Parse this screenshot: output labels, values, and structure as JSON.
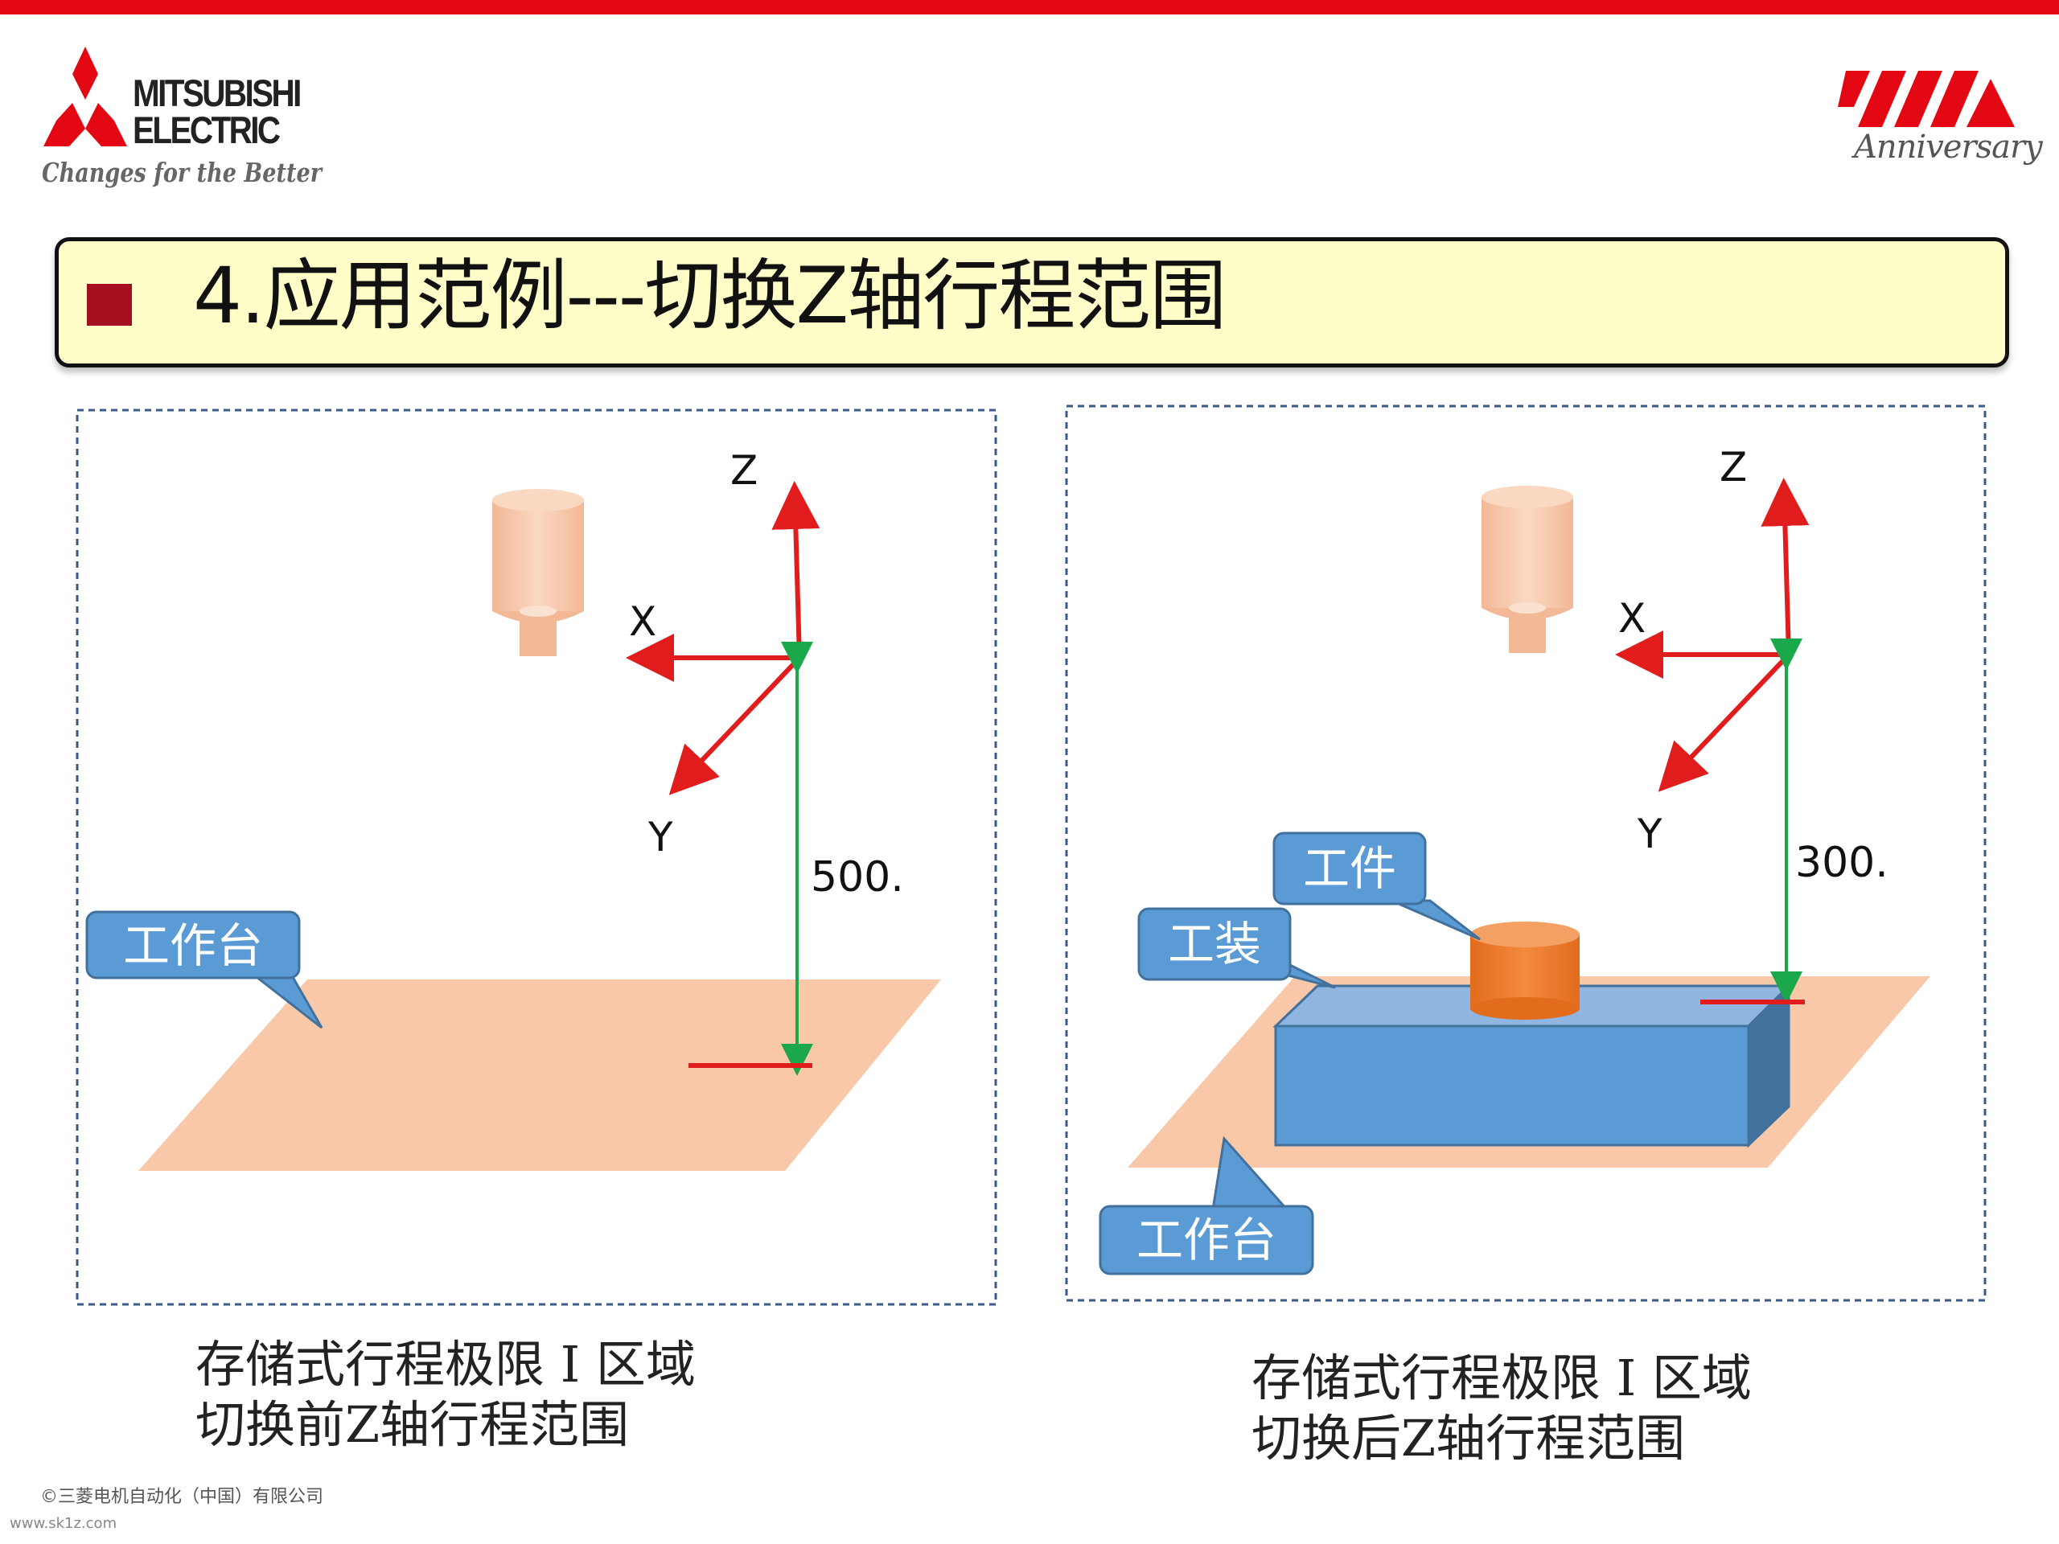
{
  "header": {
    "brand_line1": "MITSUBISHI",
    "brand_line2": "ELECTRIC",
    "tagline": "Changes for the Better",
    "anniversary": "Anniversary"
  },
  "title": {
    "text": "4.应用范例---切换Z轴行程范围"
  },
  "left_panel": {
    "axis_z": "Z",
    "axis_x": "X",
    "axis_y": "Y",
    "distance": "500.",
    "callout_table": "工作台",
    "caption_line1": "存储式行程极限 I 区域",
    "caption_line2": "切换前Z轴行程范围"
  },
  "right_panel": {
    "axis_z": "Z",
    "axis_x": "X",
    "axis_y": "Y",
    "distance": "300.",
    "callout_workpiece": "工件",
    "callout_fixture": "工装",
    "callout_table": "工作台",
    "caption_line1": "存储式行程极限 I 区域",
    "caption_line2": "切换后Z轴行程范围"
  },
  "footer": {
    "copyright": "©三菱电机自动化（中国）有限公司",
    "site": "www.sk1z.com"
  },
  "colors": {
    "brand_red": "#e30613",
    "title_bg": "#fffdc8",
    "title_square": "#a50f1f",
    "table_fill": "#f8c8a8",
    "fixture_blue": "#5b9bd5",
    "workpiece_orange": "#ed7d31",
    "axis_red": "#e01c1c",
    "measure_green": "#1aa84a",
    "callout_blue": "#5b9bd5"
  }
}
